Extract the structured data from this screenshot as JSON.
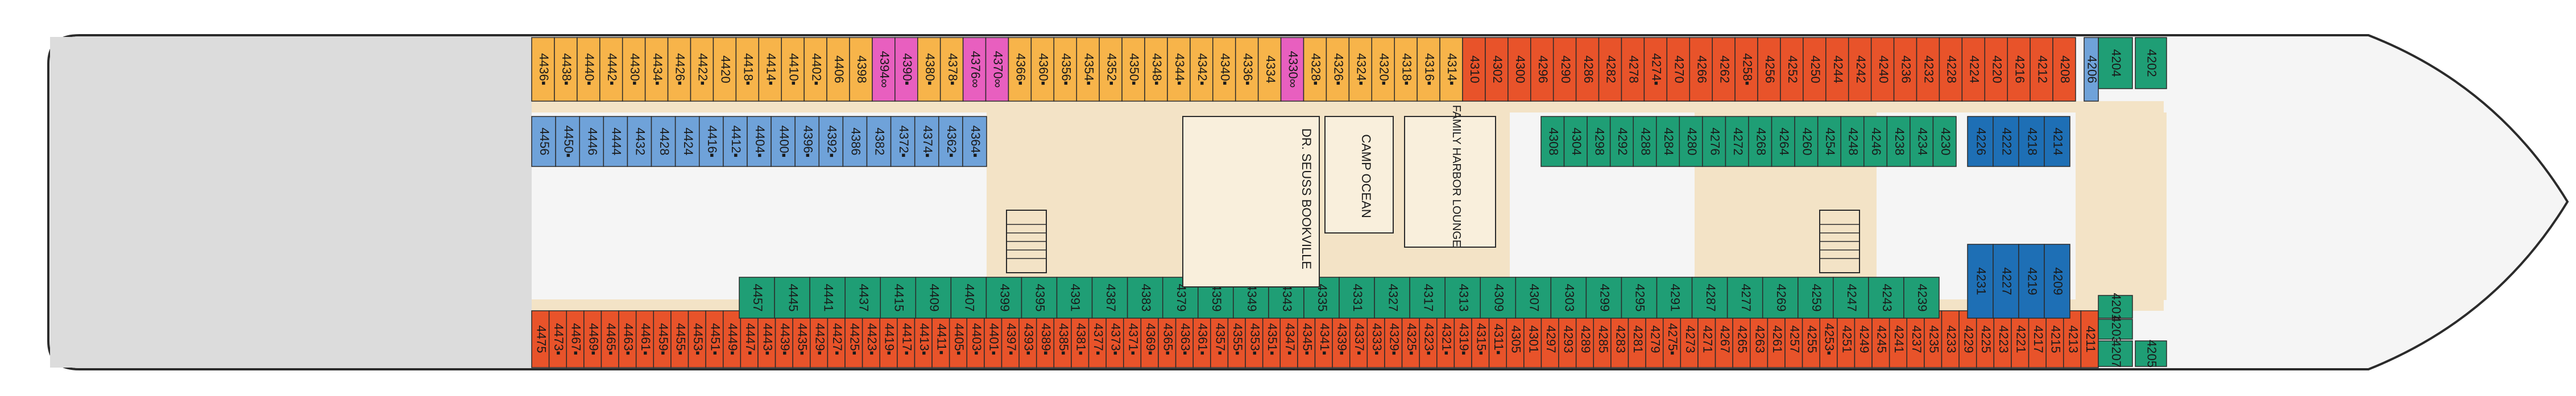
{
  "colors": {
    "hull": "#f5f5f5",
    "deck_floor": "#dcdcdc",
    "corridor": "#f3e3c6",
    "outline": "#2b2b2b",
    "orange_cabin": "#e8532a",
    "yellow_cabin": "#f7b44a",
    "pink_cabin": "#e85fbf",
    "blue_cabin": "#6fa2d9",
    "darkblue_cabin": "#1e6fb5",
    "green_cabin": "#1f9e75",
    "lilac_cabin": "#e9c9e6"
  },
  "venues": {
    "family_harbor": "FAMILY HARBOR LOUNGE",
    "camp_ocean": "CAMP OCEAN",
    "dr_seuss": "DR. SEUSS BOOKVILLE"
  },
  "top_row": [
    {
      "label": "4436▪",
      "color": "yellow"
    },
    {
      "label": "4438▪",
      "color": "yellow"
    },
    {
      "label": "4440▪",
      "color": "yellow"
    },
    {
      "label": "4442▪",
      "color": "yellow"
    },
    {
      "label": "4430▪",
      "color": "yellow"
    },
    {
      "label": "4434▪",
      "color": "yellow"
    },
    {
      "label": "4426▪",
      "color": "yellow"
    },
    {
      "label": "4422▪",
      "color": "yellow"
    },
    {
      "label": "4420",
      "color": "yellow"
    },
    {
      "label": "4418▪",
      "color": "yellow"
    },
    {
      "label": "4414▪",
      "color": "yellow"
    },
    {
      "label": "4410▪",
      "color": "yellow"
    },
    {
      "label": "4402▪",
      "color": "yellow"
    },
    {
      "label": "4406",
      "color": "yellow"
    },
    {
      "label": "4398",
      "color": "yellow"
    },
    {
      "label": "4394∞",
      "color": "pink"
    },
    {
      "label": "4390▪",
      "color": "pink"
    },
    {
      "label": "4380▪",
      "color": "yellow"
    },
    {
      "label": "4378▪",
      "color": "yellow"
    },
    {
      "label": "4376∞",
      "color": "pink"
    },
    {
      "label": "4370∞",
      "color": "pink"
    },
    {
      "label": "4366▪",
      "color": "yellow"
    },
    {
      "label": "4360▪",
      "color": "yellow"
    },
    {
      "label": "4356▪",
      "color": "yellow"
    },
    {
      "label": "4354▪",
      "color": "yellow"
    },
    {
      "label": "4352▪",
      "color": "yellow"
    },
    {
      "label": "4350▪",
      "color": "yellow"
    },
    {
      "label": "4348▪",
      "color": "yellow"
    },
    {
      "label": "4344▪",
      "color": "yellow"
    },
    {
      "label": "4342▪",
      "color": "yellow"
    },
    {
      "label": "4340▪",
      "color": "yellow"
    },
    {
      "label": "4336▪",
      "color": "yellow"
    },
    {
      "label": "4334",
      "color": "yellow"
    },
    {
      "label": "4330∞",
      "color": "pink"
    },
    {
      "label": "4328▪",
      "color": "yellow"
    },
    {
      "label": "4326▪",
      "color": "yellow"
    },
    {
      "label": "4324▪",
      "color": "yellow"
    },
    {
      "label": "4320▪",
      "color": "yellow"
    },
    {
      "label": "4318▪",
      "color": "yellow"
    },
    {
      "label": "4316▪",
      "color": "yellow"
    },
    {
      "label": "4314▪",
      "color": "yellow"
    },
    {
      "label": "4310",
      "color": "orange"
    },
    {
      "label": "4302",
      "color": "orange"
    },
    {
      "label": "4300",
      "color": "orange"
    },
    {
      "label": "4296",
      "color": "orange"
    },
    {
      "label": "4290",
      "color": "orange"
    },
    {
      "label": "4286",
      "color": "orange"
    },
    {
      "label": "4282",
      "color": "orange"
    },
    {
      "label": "4278",
      "color": "orange"
    },
    {
      "label": "4274▪",
      "color": "orange"
    },
    {
      "label": "4270",
      "color": "orange"
    },
    {
      "label": "4266",
      "color": "orange"
    },
    {
      "label": "4262",
      "color": "orange"
    },
    {
      "label": "4258▪",
      "color": "orange"
    },
    {
      "label": "4256",
      "color": "orange"
    },
    {
      "label": "4252",
      "color": "orange"
    },
    {
      "label": "4250",
      "color": "orange"
    },
    {
      "label": "4244",
      "color": "orange"
    },
    {
      "label": "4242",
      "color": "orange"
    },
    {
      "label": "4240",
      "color": "orange"
    },
    {
      "label": "4236",
      "color": "orange"
    },
    {
      "label": "4232",
      "color": "orange"
    },
    {
      "label": "4228",
      "color": "orange"
    },
    {
      "label": "4224",
      "color": "orange"
    },
    {
      "label": "4220",
      "color": "orange"
    },
    {
      "label": "4216",
      "color": "orange"
    },
    {
      "label": "4212",
      "color": "orange"
    },
    {
      "label": "4208",
      "color": "orange"
    }
  ],
  "bottom_row": [
    {
      "label": "4475",
      "color": "orange"
    },
    {
      "label": "4473▪",
      "color": "orange"
    },
    {
      "label": "4467▪",
      "color": "orange"
    },
    {
      "label": "4469▪",
      "color": "orange"
    },
    {
      "label": "4465▪",
      "color": "orange"
    },
    {
      "label": "4463▪",
      "color": "orange"
    },
    {
      "label": "4461▪",
      "color": "orange"
    },
    {
      "label": "4459▪",
      "color": "orange"
    },
    {
      "label": "4455▪",
      "color": "orange"
    },
    {
      "label": "4453▪",
      "color": "orange"
    },
    {
      "label": "4451▪",
      "color": "orange"
    },
    {
      "label": "4449▪",
      "color": "orange"
    },
    {
      "label": "4447▪",
      "color": "orange"
    },
    {
      "label": "4443▪",
      "color": "orange"
    },
    {
      "label": "4439▪",
      "color": "orange"
    },
    {
      "label": "4435▪",
      "color": "orange"
    },
    {
      "label": "4429▪",
      "color": "orange"
    },
    {
      "label": "4427▪",
      "color": "orange"
    },
    {
      "label": "4425▪",
      "color": "orange"
    },
    {
      "label": "4423▪",
      "color": "orange"
    },
    {
      "label": "4419▪",
      "color": "orange"
    },
    {
      "label": "4417▪",
      "color": "orange"
    },
    {
      "label": "4413▪",
      "color": "orange"
    },
    {
      "label": "4411▪",
      "color": "orange"
    },
    {
      "label": "4405▪",
      "color": "orange"
    },
    {
      "label": "4403▪",
      "color": "orange"
    },
    {
      "label": "4401▪",
      "color": "orange"
    },
    {
      "label": "4397▪",
      "color": "orange"
    },
    {
      "label": "4393▪",
      "color": "orange"
    },
    {
      "label": "4389▪",
      "color": "orange"
    },
    {
      "label": "4385▪",
      "color": "orange"
    },
    {
      "label": "4381▪",
      "color": "orange"
    },
    {
      "label": "4377▪",
      "color": "orange"
    },
    {
      "label": "4373▪",
      "color": "orange"
    },
    {
      "label": "4371▪",
      "color": "orange"
    },
    {
      "label": "4369▪",
      "color": "orange"
    },
    {
      "label": "4365▪",
      "color": "orange"
    },
    {
      "label": "4363▪",
      "color": "orange"
    },
    {
      "label": "4361▪",
      "color": "orange"
    },
    {
      "label": "4357▪",
      "color": "orange"
    },
    {
      "label": "4355▪",
      "color": "orange"
    },
    {
      "label": "4353▪",
      "color": "orange"
    },
    {
      "label": "4351▪",
      "color": "orange"
    },
    {
      "label": "4347▪",
      "color": "orange"
    },
    {
      "label": "4345▪",
      "color": "orange"
    },
    {
      "label": "4341▪",
      "color": "orange"
    },
    {
      "label": "4339▪",
      "color": "orange"
    },
    {
      "label": "4337▪",
      "color": "orange"
    },
    {
      "label": "4333▪",
      "color": "orange"
    },
    {
      "label": "4329▪",
      "color": "orange"
    },
    {
      "label": "4325▪",
      "color": "orange"
    },
    {
      "label": "4323▪",
      "color": "orange"
    },
    {
      "label": "4321▪",
      "color": "orange"
    },
    {
      "label": "4319▪",
      "color": "orange"
    },
    {
      "label": "4315▪",
      "color": "orange"
    },
    {
      "label": "4311▪",
      "color": "orange"
    },
    {
      "label": "4305",
      "color": "orange"
    },
    {
      "label": "4301",
      "color": "orange"
    },
    {
      "label": "4297",
      "color": "orange"
    },
    {
      "label": "4293",
      "color": "orange"
    },
    {
      "label": "4289",
      "color": "orange"
    },
    {
      "label": "4285",
      "color": "orange"
    },
    {
      "label": "4283",
      "color": "orange"
    },
    {
      "label": "4281",
      "color": "orange"
    },
    {
      "label": "4279",
      "color": "orange"
    },
    {
      "label": "4275▪",
      "color": "orange"
    },
    {
      "label": "4273",
      "color": "orange"
    },
    {
      "label": "4271",
      "color": "orange"
    },
    {
      "label": "4267",
      "color": "orange"
    },
    {
      "label": "4265",
      "color": "orange"
    },
    {
      "label": "4263",
      "color": "orange"
    },
    {
      "label": "4261",
      "color": "orange"
    },
    {
      "label": "4257",
      "color": "orange"
    },
    {
      "label": "4255",
      "color": "orange"
    },
    {
      "label": "4253▪",
      "color": "orange"
    },
    {
      "label": "4251",
      "color": "orange"
    },
    {
      "label": "4249",
      "color": "orange"
    },
    {
      "label": "4245",
      "color": "orange"
    },
    {
      "label": "4241",
      "color": "orange"
    },
    {
      "label": "4237",
      "color": "orange"
    },
    {
      "label": "4235",
      "color": "orange"
    },
    {
      "label": "4233",
      "color": "orange"
    },
    {
      "label": "4229",
      "color": "orange"
    },
    {
      "label": "4225",
      "color": "orange"
    },
    {
      "label": "4223",
      "color": "orange"
    },
    {
      "label": "4221",
      "color": "orange"
    },
    {
      "label": "4217",
      "color": "orange"
    },
    {
      "label": "4215",
      "color": "orange"
    },
    {
      "label": "4213",
      "color": "orange"
    },
    {
      "label": "4211",
      "color": "orange"
    }
  ],
  "upper_inner_left": [
    {
      "label": "4456",
      "color": "blue"
    },
    {
      "label": "4450▪",
      "color": "blue"
    },
    {
      "label": "4446",
      "color": "blue"
    },
    {
      "label": "4444",
      "color": "blue"
    },
    {
      "label": "4432",
      "color": "blue"
    },
    {
      "label": "4428",
      "color": "blue"
    },
    {
      "label": "4424",
      "color": "blue"
    },
    {
      "label": "4416▪",
      "color": "blue"
    },
    {
      "label": "4412▪",
      "color": "blue"
    },
    {
      "label": "4404▪",
      "color": "blue"
    },
    {
      "label": "4400▪",
      "color": "blue"
    },
    {
      "label": "4396▪",
      "color": "blue"
    },
    {
      "label": "4392▪",
      "color": "blue"
    },
    {
      "label": "4386",
      "color": "blue"
    },
    {
      "label": "4382",
      "color": "blue"
    },
    {
      "label": "4372▪",
      "color": "blue"
    },
    {
      "label": "4374▪",
      "color": "blue"
    },
    {
      "label": "4362▪",
      "color": "blue"
    },
    {
      "label": "4364▪",
      "color": "blue"
    }
  ],
  "upper_inner_right_green": [
    {
      "label": "4308"
    },
    {
      "label": "4304"
    },
    {
      "label": "4298"
    },
    {
      "label": "4292"
    },
    {
      "label": "4288"
    },
    {
      "label": "4284"
    },
    {
      "label": "4280"
    },
    {
      "label": "4276"
    },
    {
      "label": "4272"
    },
    {
      "label": "4268"
    },
    {
      "label": "4264"
    },
    {
      "label": "4260"
    },
    {
      "label": "4254"
    },
    {
      "label": "4248"
    },
    {
      "label": "4246"
    },
    {
      "label": "4238"
    },
    {
      "label": "4234"
    },
    {
      "label": "4230"
    }
  ],
  "upper_inner_right_blue": [
    {
      "label": "4226"
    },
    {
      "label": "4222"
    },
    {
      "label": "4218"
    },
    {
      "label": "4214"
    }
  ],
  "lower_inner_green": [
    {
      "label": "4457"
    },
    {
      "label": "4445"
    },
    {
      "label": "4441"
    },
    {
      "label": "4437"
    },
    {
      "label": "4415"
    },
    {
      "label": "4409"
    },
    {
      "label": "4407"
    },
    {
      "label": "4399"
    },
    {
      "label": "4395"
    },
    {
      "label": "4391"
    },
    {
      "label": "4387"
    },
    {
      "label": "4383"
    },
    {
      "label": "4379"
    },
    {
      "label": "4359"
    },
    {
      "label": "4349"
    },
    {
      "label": "4343"
    },
    {
      "label": "4335"
    },
    {
      "label": "4331"
    },
    {
      "label": "4327"
    },
    {
      "label": "4317"
    },
    {
      "label": "4313"
    },
    {
      "label": "4309"
    },
    {
      "label": "4307"
    },
    {
      "label": "4303"
    },
    {
      "label": "4299"
    },
    {
      "label": "4295"
    },
    {
      "label": "4291"
    },
    {
      "label": "4287"
    },
    {
      "label": "4277"
    },
    {
      "label": "4269"
    },
    {
      "label": "4259"
    },
    {
      "label": "4247"
    },
    {
      "label": "4243"
    },
    {
      "label": "4239"
    }
  ],
  "lower_inner_blue": [
    {
      "label": "4231"
    },
    {
      "label": "4227"
    },
    {
      "label": "4219"
    },
    {
      "label": "4209"
    }
  ],
  "bow_cabins": [
    {
      "label": "4204",
      "color": "green"
    },
    {
      "label": "4202",
      "color": "green"
    },
    {
      "label": "4201",
      "color": "green"
    },
    {
      "label": "4203",
      "color": "green"
    },
    {
      "label": "4207",
      "color": "green"
    },
    {
      "label": "4205",
      "color": "green"
    },
    {
      "label": "4206",
      "color": "blue"
    }
  ]
}
